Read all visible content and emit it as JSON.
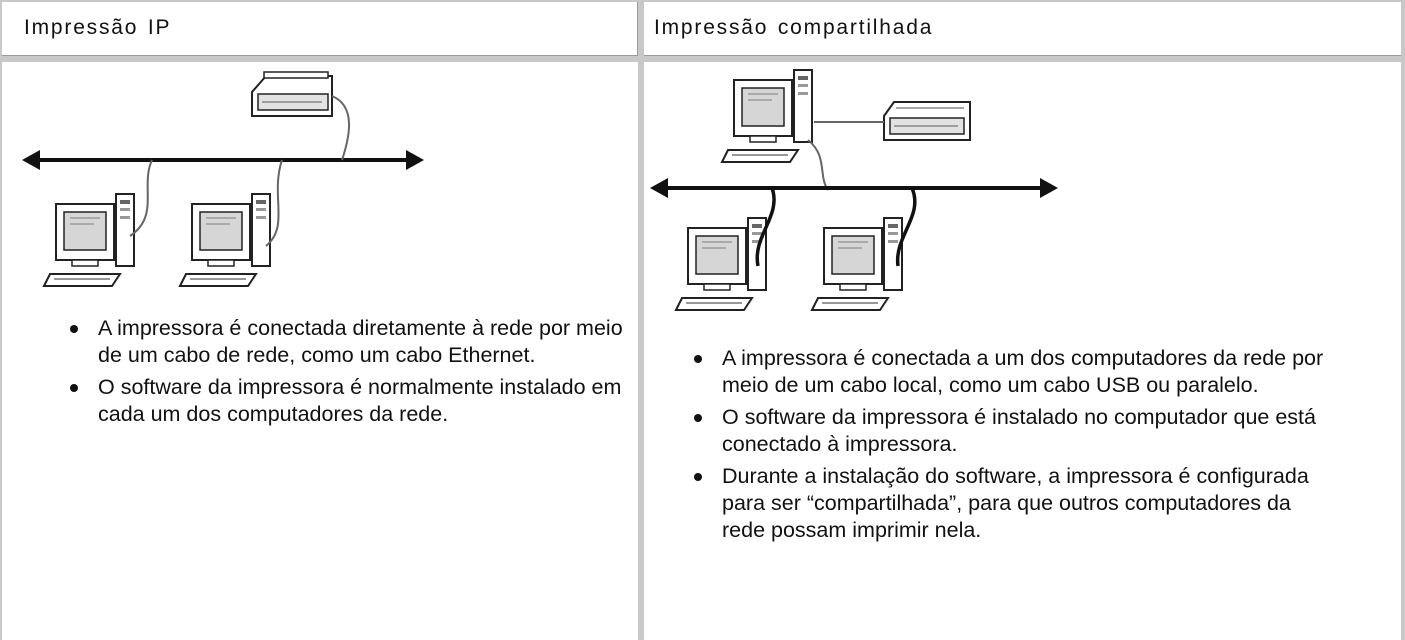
{
  "columns": [
    {
      "header": "Impressão IP",
      "bullets": [
        "A impressora é conectada diretamente à rede por meio de um cabo de rede, como um cabo Ethernet.",
        "O software da impressora é normalmente instalado em cada um dos computadores da rede."
      ],
      "figure": "printer-on-network-diagram"
    },
    {
      "header": "Impressão compartilhada",
      "bullets": [
        "A impressora é conectada a um dos computadores da rede por meio de um cabo local, como um cabo USB ou paralelo.",
        "O software da impressora é instalado no computador que está conectado à impressora.",
        "Durante a instalação do software, a impressora é configurada para ser “compartilhada”, para que outros computadores da rede possam imprimir nela."
      ],
      "figure": "shared-printer-diagram"
    }
  ]
}
